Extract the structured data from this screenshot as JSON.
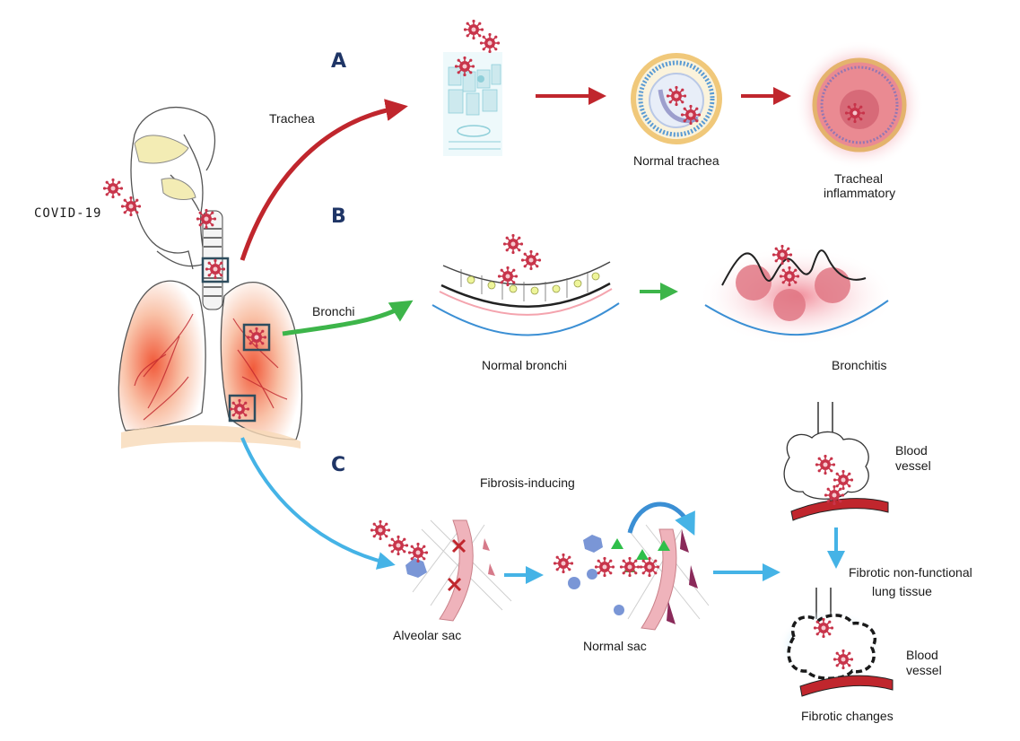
{
  "sections": {
    "a": "A",
    "b": "B",
    "c": "C"
  },
  "labels": {
    "covid": "COVID-19",
    "trachea": "Trachea",
    "bronchi": "Bronchi",
    "normal_trachea": "Normal trachea",
    "tracheal_inflammatory_1": "Tracheal",
    "tracheal_inflammatory_2": "inflammatory",
    "normal_bronchi": "Normal bronchi",
    "bronchitis": "Bronchitis",
    "fibrosis_inducing": "Fibrosis-inducing",
    "alveolar_sac": "Alveolar sac",
    "normal_sac": "Normal sac",
    "blood_vessel_top_1": "Blood",
    "blood_vessel_top_2": "vessel",
    "fibrotic_nonfunctional_1": "Fibrotic non-functional",
    "fibrotic_nonfunctional_2": "lung tissue",
    "blood_vessel_bottom_1": "Blood",
    "blood_vessel_bottom_2": "vessel",
    "fibrotic_changes": "Fibrotic changes"
  },
  "colors": {
    "section_letter": "#1f3566",
    "arrow_trachea": "#c0262d",
    "arrow_bronchi": "#3db54a",
    "arrow_alveoli": "#45b3e6",
    "virus": "#c8344a",
    "vessel": "#c0262d"
  }
}
